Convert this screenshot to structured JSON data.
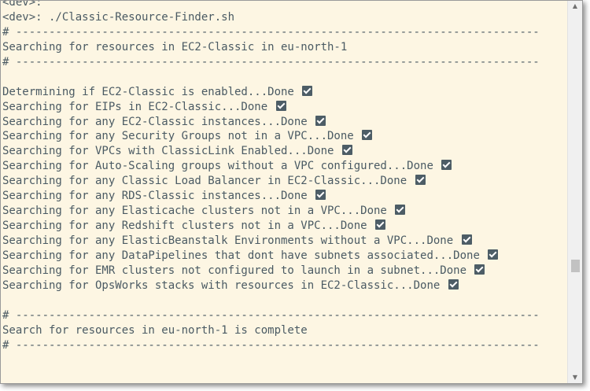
{
  "terminal": {
    "lines": [
      {
        "text": "<dev>:",
        "check": false
      },
      {
        "text": "<dev>: ./Classic-Resource-Finder.sh",
        "check": false
      },
      {
        "text": "# -------------------------------------------------------------------------------",
        "check": false
      },
      {
        "text": "Searching for resources in EC2-Classic in eu-north-1",
        "check": false
      },
      {
        "text": "# -------------------------------------------------------------------------------",
        "check": false
      },
      {
        "text": "",
        "check": false
      },
      {
        "text": "Determining if EC2-Classic is enabled...Done",
        "check": true
      },
      {
        "text": "Searching for EIPs in EC2-Classic...Done",
        "check": true
      },
      {
        "text": "Searching for any EC2-Classic instances...Done",
        "check": true
      },
      {
        "text": "Searching for any Security Groups not in a VPC...Done",
        "check": true
      },
      {
        "text": "Searching for VPCs with ClassicLink Enabled...Done",
        "check": true
      },
      {
        "text": "Searching for Auto-Scaling groups without a VPC configured...Done",
        "check": true
      },
      {
        "text": "Searching for any Classic Load Balancer in EC2-Classic...Done",
        "check": true
      },
      {
        "text": "Searching for any RDS-Classic instances...Done",
        "check": true
      },
      {
        "text": "Searching for any Elasticache clusters not in a VPC...Done",
        "check": true
      },
      {
        "text": "Searching for any Redshift clusters not in a VPC...Done",
        "check": true
      },
      {
        "text": "Searching for any ElasticBeanstalk Environments without a VPC...Done",
        "check": true
      },
      {
        "text": "Searching for any DataPipelines that dont have subnets associated...Done",
        "check": true
      },
      {
        "text": "Searching for EMR clusters not configured to launch in a subnet...Done",
        "check": true
      },
      {
        "text": "Searching for OpsWorks stacks with resources in EC2-Classic...Done",
        "check": true
      },
      {
        "text": "",
        "check": false
      },
      {
        "text": "# -------------------------------------------------------------------------------",
        "check": false
      },
      {
        "text": "Search for resources in eu-north-1 is complete",
        "check": false
      },
      {
        "text": "# -------------------------------------------------------------------------------",
        "check": false
      }
    ]
  },
  "icons": {
    "check": "check-box-icon",
    "scroll_up": "chevron-up-icon",
    "scroll_down": "chevron-down-icon"
  },
  "colors": {
    "background": "#fdf6e3",
    "text": "#4a5a63",
    "check_box": "#4d5d66"
  }
}
